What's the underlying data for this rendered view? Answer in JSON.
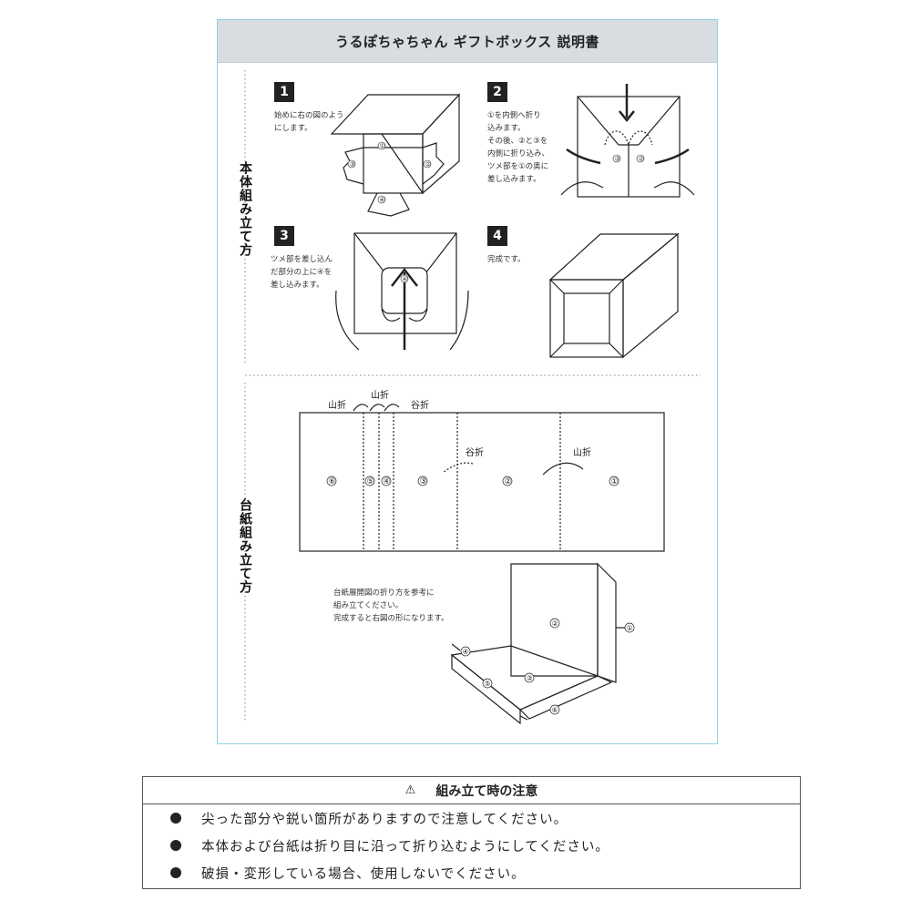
{
  "sheet": {
    "title": "うるぽちゃちゃん ギフトボックス 説明書",
    "section_body": "本体組み立て方",
    "section_base": "台紙組み立て方",
    "steps": [
      {
        "num": "1",
        "text": "始めに右の図のよう\nにします。"
      },
      {
        "num": "2",
        "text": "①を内側へ折り\n込みます。\nその後、②と③を\n内側に折り込み、\nツメ部を①の奥に\n差し込みます。"
      },
      {
        "num": "3",
        "text": "ツメ部を差し込ん\nだ部分の上に④を\n差し込みます。"
      },
      {
        "num": "4",
        "text": "完成です。"
      }
    ],
    "fold_labels": {
      "mountain": "山折",
      "valley": "谷折"
    },
    "panel_markers": [
      "⑥",
      "⑤",
      "④",
      "③",
      "②",
      "①"
    ],
    "base_note": "台紙展開図の折り方を参考に\n組み立てください。\n完成すると右図の形になります。",
    "circle_markers": {
      "one": "①",
      "two": "②",
      "three": "③",
      "four": "④",
      "five": "⑤",
      "six": "⑥"
    }
  },
  "notes": {
    "warning_icon": "⚠",
    "title": "組み立て時の注意",
    "items": [
      "尖った部分や鋭い箇所がありますので注意してください。",
      "本体および台紙は折り目に沿って折り込むようにしてください。",
      "破損・変形している場合、使用しないでください。"
    ]
  }
}
